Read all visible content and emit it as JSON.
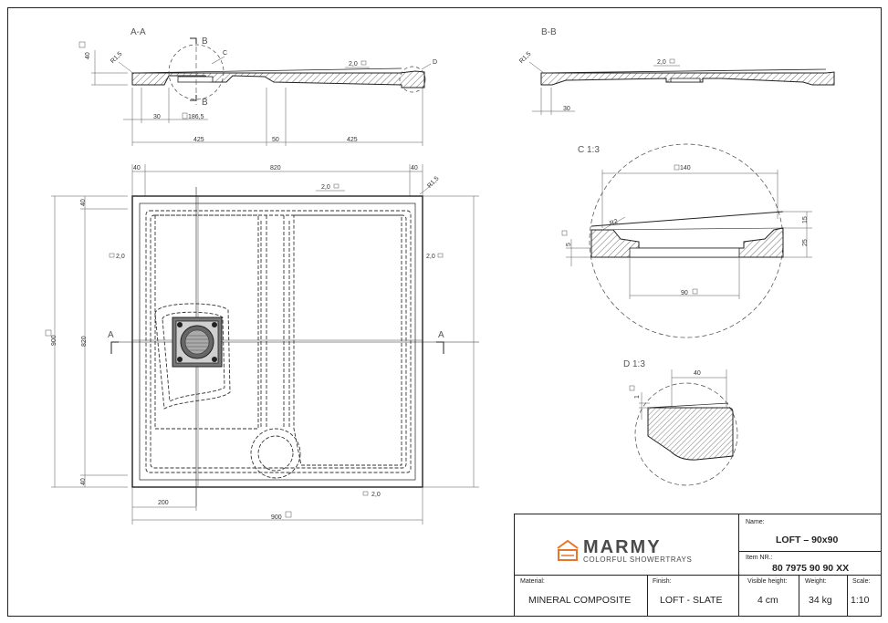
{
  "views": {
    "section_aa": "A-A",
    "section_bb": "B-B",
    "detail_c": "C 1:3",
    "detail_d": "D 1:3",
    "marker_a": "A",
    "marker_b": "B",
    "marker_c": "C",
    "marker_d": "D"
  },
  "dimensions": {
    "aa_left": "425",
    "aa_mid": "50",
    "aa_right": "425",
    "aa_30": "30",
    "aa_drain": "186,5",
    "aa_height": "40",
    "aa_radius": "R1,5",
    "aa_slope": "2,0",
    "bb_30": "30",
    "bb_radius": "R1,5",
    "bb_slope": "2,0",
    "plan_top_left": "40",
    "plan_top_mid": "820",
    "plan_top_right": "40",
    "plan_radius": "R1,5",
    "plan_slope_top": "2,0",
    "plan_slope_left": "2,0",
    "plan_slope_right": "2,0",
    "plan_slope_bottom": "2,0",
    "plan_left_top": "40",
    "plan_left_mid": "820",
    "plan_left_bottom": "40",
    "plan_left_total": "900",
    "plan_bottom_offset": "200",
    "plan_bottom_total": "900",
    "c_140": "140",
    "c_r2": "R2",
    "c_15": "15",
    "c_25": "25",
    "c_5": "5",
    "c_90": "90",
    "d_40": "40",
    "d_1": "1"
  },
  "title_block": {
    "brand": "MARMY",
    "tagline": "COLORFUL SHOWERTRAYS",
    "name_label": "Name:",
    "name_value": "LOFT – 90x90",
    "item_label": "Item NR.:",
    "item_value": "80 7975 90 90 XX",
    "material_label": "Material:",
    "material_value": "MINERAL COMPOSITE",
    "finish_label": "Finish:",
    "finish_value": "LOFT - SLATE",
    "height_label": "Visible height:",
    "height_value": "4 cm",
    "weight_label": "Weight:",
    "weight_value": "34 kg",
    "scale_label": "Scale:",
    "scale_value": "1:10"
  },
  "colors": {
    "line": "#222222",
    "dim_line": "#555555",
    "logo_orange": "#e8752a",
    "hatch": "#444444"
  }
}
